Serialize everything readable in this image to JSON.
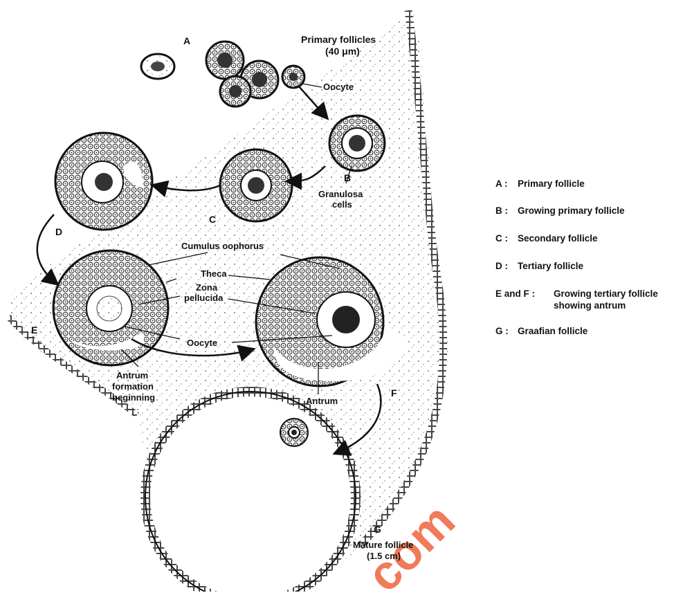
{
  "labels": {
    "A": "A",
    "B": "B",
    "C": "C",
    "D": "D",
    "E": "E",
    "F": "F",
    "G": "G",
    "primary_follicles": "Primary follicles",
    "primary_size": "(40 μm)",
    "oocyte_top": "Oocyte",
    "granulosa_1": "Granulosa",
    "granulosa_2": "cells",
    "cumulus": "Cumulus oophorus",
    "theca": "Theca",
    "zona_1": "Zona",
    "zona_2": "pellucida",
    "oocyte_mid": "Oocyte",
    "antrum_begin_1": "Antrum",
    "antrum_begin_2": "formation",
    "antrum_begin_3": "beginning",
    "antrum": "Antrum",
    "mature_1": "Mature follicle",
    "mature_2": "(1.5 cm)"
  },
  "legend": [
    {
      "key": "A :",
      "text": "Primary follicle"
    },
    {
      "key": "B :",
      "text": "Growing primary follicle"
    },
    {
      "key": "C :",
      "text": "Secondary follicle"
    },
    {
      "key": "D :",
      "text": "Tertiary follicle"
    },
    {
      "key": "E and F :",
      "text": "Growing tertiary follicle",
      "text2": "showing antrum"
    },
    {
      "key": "G :",
      "text": "Graafian follicle"
    }
  ],
  "watermark": ".com",
  "colors": {
    "ink": "#111111",
    "watermark": "#f07a5a"
  }
}
